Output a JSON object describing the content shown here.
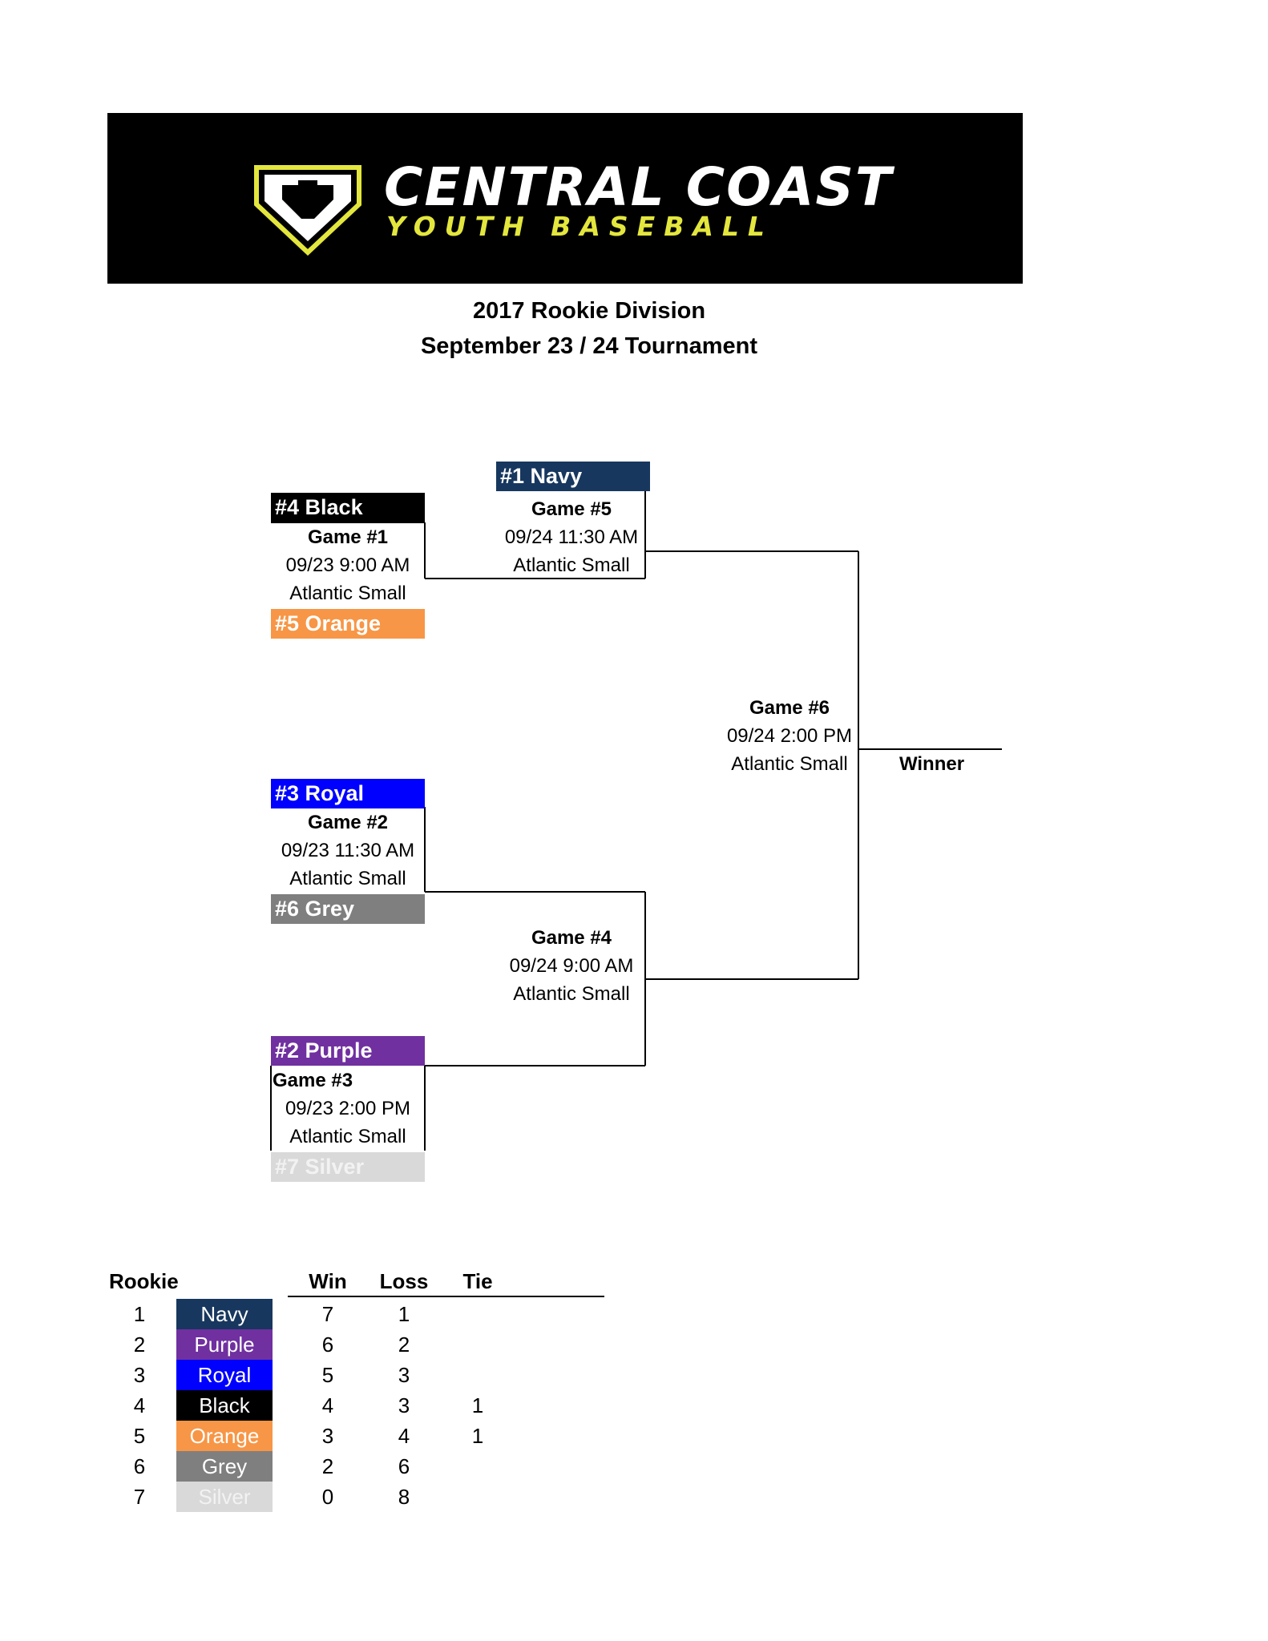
{
  "banner": {
    "line1": "CENTRAL COAST",
    "line2": "YOUTH BASEBALL"
  },
  "heading": {
    "line1": "2017 Rookie Division",
    "line2": "September 23 / 24 Tournament"
  },
  "colors": {
    "navy": "#17375e",
    "black": "#000000",
    "orange": "#f79646",
    "royal": "#0000ff",
    "grey": "#7f7f7f",
    "purple": "#7030a0",
    "silver": "#d9d9d9",
    "logo_yellow": "#e3e63d"
  },
  "teams": {
    "navy": "#1 Navy",
    "black": "#4 Black",
    "orange": "#5 Orange",
    "royal": "#3 Royal",
    "grey": "#6 Grey",
    "purple": "#2 Purple",
    "silver": "#7 Silver"
  },
  "games": {
    "g1": {
      "name": "Game #1",
      "time": "09/23 9:00 AM",
      "field": "Atlantic Small"
    },
    "g2": {
      "name": "Game #2",
      "time": "09/23 11:30 AM",
      "field": "Atlantic Small"
    },
    "g3": {
      "name": "Game #3",
      "time": "09/23 2:00 PM",
      "field": "Atlantic Small"
    },
    "g4": {
      "name": "Game #4",
      "time": "09/24 9:00 AM",
      "field": "Atlantic Small"
    },
    "g5": {
      "name": "Game #5",
      "time": "09/24 11:30 AM",
      "field": "Atlantic Small"
    },
    "g6": {
      "name": "Game #6",
      "time": "09/24 2:00 PM",
      "field": "Atlantic Small"
    }
  },
  "winner_label": "Winner",
  "standings": {
    "headers": {
      "division": "Rookie",
      "win": "Win",
      "loss": "Loss",
      "tie": "Tie"
    },
    "rows": [
      {
        "rank": "1",
        "team": "Navy",
        "win": "7",
        "loss": "1",
        "tie": ""
      },
      {
        "rank": "2",
        "team": "Purple",
        "win": "6",
        "loss": "2",
        "tie": ""
      },
      {
        "rank": "3",
        "team": "Royal",
        "win": "5",
        "loss": "3",
        "tie": ""
      },
      {
        "rank": "4",
        "team": "Black",
        "win": "4",
        "loss": "3",
        "tie": "1"
      },
      {
        "rank": "5",
        "team": "Orange",
        "win": "3",
        "loss": "4",
        "tie": "1"
      },
      {
        "rank": "6",
        "team": "Grey",
        "win": "2",
        "loss": "6",
        "tie": ""
      },
      {
        "rank": "7",
        "team": "Silver",
        "win": "0",
        "loss": "8",
        "tie": ""
      }
    ]
  }
}
